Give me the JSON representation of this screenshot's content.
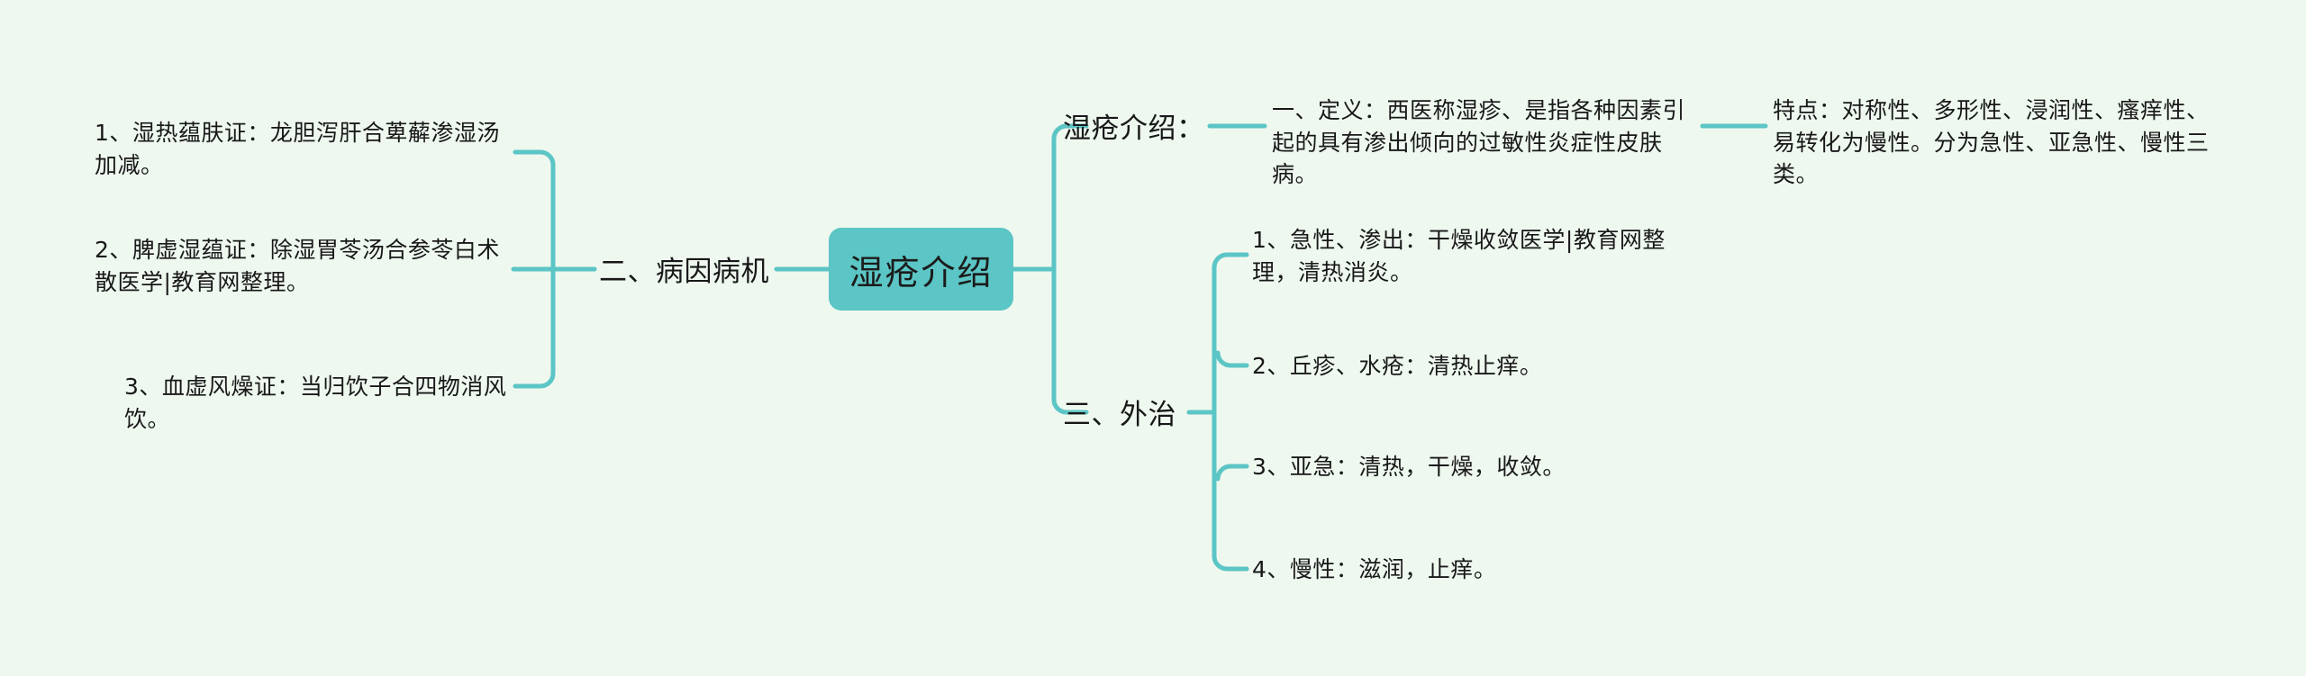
{
  "theme": {
    "background": "#eef8ef",
    "line_color": "#5cc5c5",
    "root_fill": "#5cc5c5",
    "text_color": "#181818"
  },
  "mindmap": {
    "root": {
      "label": "湿疮介绍"
    },
    "left_branch": {
      "label": "二、病因病机",
      "children": [
        {
          "label": "1、湿热蕴肤证：龙胆泻肝合萆薢渗湿汤加减。"
        },
        {
          "label": "2、脾虚湿蕴证：除湿胃苓汤合参苓白术散医学|教育网整理。"
        },
        {
          "label": "3、血虚风燥证：当归饮子合四物消风饮。"
        }
      ]
    },
    "right_branches": [
      {
        "label": "湿疮介绍：",
        "children": [
          {
            "label": "一、定义：西医称湿疹、是指各种因素引起的具有渗出倾向的过敏性炎症性皮肤病。",
            "children": [
              {
                "label": "特点：对称性、多形性、浸润性、瘙痒性、易转化为慢性。分为急性、亚急性、慢性三类。"
              }
            ]
          }
        ]
      },
      {
        "label": "三、外治",
        "children": [
          {
            "label": "1、急性、渗出：干燥收敛医学|教育网整理，清热消炎。"
          },
          {
            "label": "2、丘疹、水疮：清热止痒。"
          },
          {
            "label": "3、亚急：清热，干燥，收敛。"
          },
          {
            "label": "4、慢性：滋润，止痒。"
          }
        ]
      }
    ]
  }
}
